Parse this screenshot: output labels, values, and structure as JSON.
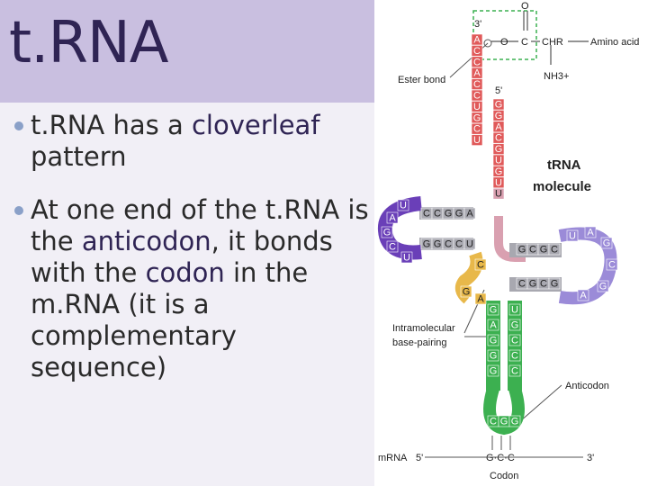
{
  "slide": {
    "title": "t.RNA",
    "bullets": [
      {
        "before": "t.RNA has a ",
        "highlight": "cloverleaf",
        "after": " pattern"
      },
      {
        "before": "At one end of the t.RNA is the ",
        "highlight": "anticodon",
        "middle": ", it bonds with the ",
        "highlight2": "codon",
        "after": " in the m.RNA (it is a complementary sequence)"
      }
    ]
  },
  "diagram": {
    "labels": {
      "three_prime_top": "3'",
      "five_prime_top": "5'",
      "oxygen_top": "O",
      "oxygen_ester": "O",
      "carbon": "C",
      "chr": "CHR",
      "amino_acid": "Amino acid",
      "nh3": "NH3+",
      "ester_bond": "Ester bond",
      "trna_molecule_line1": "tRNA",
      "trna_molecule_line2": "molecule",
      "intramolecular_line1": "Intramolecular",
      "intramolecular_line2": "base-pairing",
      "anticodon": "Anticodon",
      "mrna": "mRNA",
      "mrna_five": "5'",
      "mrna_three": "3'",
      "codon_bases": "G·C·C",
      "codon": "Codon"
    },
    "acceptor_3_strand": [
      "A",
      "C",
      "C",
      "A",
      "C",
      "C",
      "U",
      "G",
      "C",
      "U"
    ],
    "acceptor_5_strand": [
      "G",
      "G",
      "A",
      "C",
      "G",
      "U",
      "G",
      "U"
    ],
    "d_arm_top": [
      "C",
      "C",
      "G",
      "G",
      "A"
    ],
    "d_arm_bottom": [
      "G",
      "G",
      "C",
      "C",
      "U"
    ],
    "d_loop": [
      "U",
      "A",
      "G",
      "C",
      "U"
    ],
    "t_arm_top": [
      "G",
      "C",
      "G",
      "C"
    ],
    "t_arm_bottom": [
      "C",
      "G",
      "C",
      "G"
    ],
    "t_loop": [
      "U",
      "A",
      "G",
      "C",
      "G",
      "A"
    ],
    "anticodon_left": [
      "G",
      "A",
      "G",
      "G",
      "G"
    ],
    "anticodon_right": [
      "U",
      "G",
      "C",
      "C",
      "C"
    ],
    "anticodon_loop": [
      "C",
      "G",
      "G"
    ],
    "variable": [
      "C",
      "G",
      "A"
    ],
    "colors": {
      "acceptor": "#e05a5a",
      "acceptor_light": "#f0b0b0",
      "d_arm": "#6a3fb8",
      "t_arm": "#9b8bd8",
      "anticodon_arm": "#3cb050",
      "variable": "#e8b84a",
      "stem_gray": "#a8a8b0",
      "link": "#d9a0b0"
    }
  }
}
